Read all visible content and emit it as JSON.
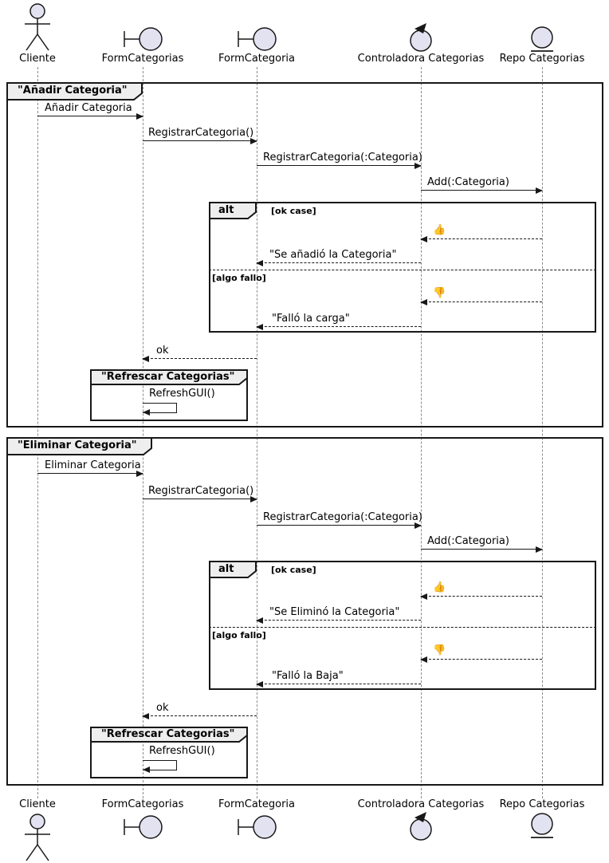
{
  "diagram_type": "uml-sequence-diagram",
  "colors": {
    "background": "#FFFFFF",
    "line": "#181818",
    "lifeline": "#8A8A8A",
    "participant_fill": "#E2E2F0",
    "frame_title_bg": "#EEEEEE"
  },
  "participants": [
    {
      "label": "Cliente",
      "type": "actor"
    },
    {
      "label": "FormCategorias",
      "type": "boundary"
    },
    {
      "label": "FormCategoria",
      "type": "boundary"
    },
    {
      "label": "Controladora Categorias",
      "type": "control"
    },
    {
      "label": "Repo Categorias",
      "type": "entity"
    }
  ],
  "sections": [
    {
      "title": "\"Añadir Categoria\"",
      "alt_operator": "alt",
      "guard_ok": "[ok case]",
      "guard_fail": "[algo fallo]",
      "messages": {
        "request": "Añadir Categoria",
        "register": "RegistrarCategoria()",
        "register_param": "RegistrarCategoria(:Categoria)",
        "add": "Add(:Categoria)",
        "thumb_up": "👍",
        "success_reply": "\"Se añadió la Categoria\"",
        "thumb_down": "👎",
        "fail_reply": "\"Falló la carga\"",
        "ok": "ok",
        "refresh_title": "\"Refrescar Categorias\"",
        "refresh_call": "RefreshGUI()"
      }
    },
    {
      "title": "\"Eliminar Categoria\"",
      "alt_operator": "alt",
      "guard_ok": "[ok case]",
      "guard_fail": "[algo fallo]",
      "messages": {
        "request": "Eliminar Categoria",
        "register": "RegistrarCategoria()",
        "register_param": "RegistrarCategoria(:Categoria)",
        "add": "Add(:Categoria)",
        "thumb_up": "👍",
        "success_reply": "\"Se Eliminó la Categoria\"",
        "thumb_down": "👎",
        "fail_reply": "\"Falló la Baja\"",
        "ok": "ok",
        "refresh_title": "\"Refrescar Categorias\"",
        "refresh_call": "RefreshGUI()"
      }
    }
  ]
}
